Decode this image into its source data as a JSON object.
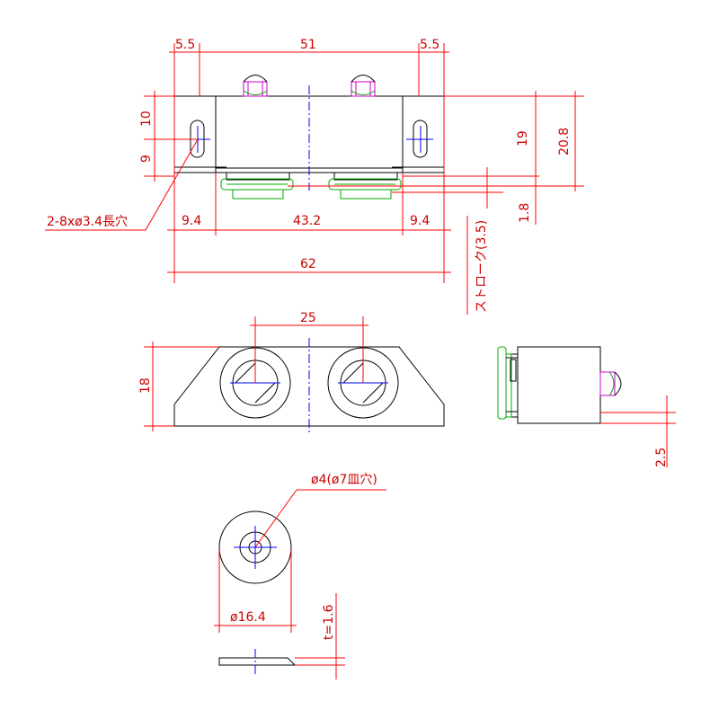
{
  "colors": {
    "dimension": "#ff0000",
    "dimension_text": "#cc0000",
    "outline": "#000000",
    "centerline": "#0000ff",
    "magnet": "#00aa00",
    "pin": "#cc00cc",
    "background": "#ffffff"
  },
  "front_view": {
    "top_left_margin": "5.5",
    "top_center_width": "51",
    "top_right_margin": "5.5",
    "left_upper_height": "10",
    "left_lower_height": "9",
    "right_height_19": "19",
    "right_height_20_8": "20.8",
    "right_gap_1_8": "1.8",
    "hole_note": "2-8xø3.4長穴",
    "bottom_left": "9.4",
    "bottom_center": "43.2",
    "bottom_right": "9.4",
    "overall_width": "62",
    "stroke_note": "ストローク(3.5)"
  },
  "top_view": {
    "hole_pitch": "25",
    "height": "18"
  },
  "side_view": {
    "offset": "2.5"
  },
  "plate_view": {
    "hole_note": "ø4(ø7皿穴)",
    "diameter": "ø16.4",
    "thickness": "t=1.6"
  }
}
